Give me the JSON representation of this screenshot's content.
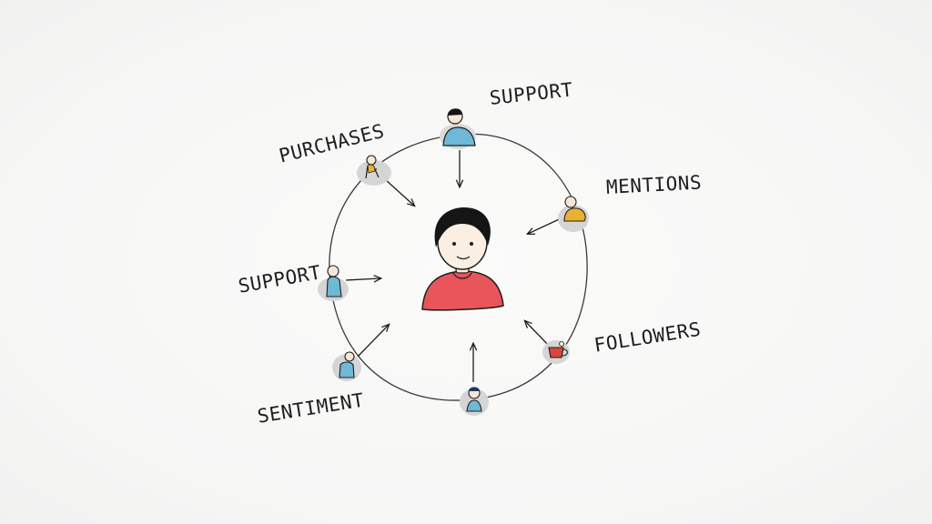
{
  "labels": {
    "support_top": "Support",
    "purchases": "Purchases",
    "mentions": "Mentions",
    "support_left": "Support",
    "followers": "Followers",
    "sentiment": "Sentiment"
  },
  "colors": {
    "center_shirt": "#e8555b",
    "node_blue": "#6fb8d6",
    "node_yellow": "#e9b12f",
    "node_red": "#d9463f",
    "node_gray": "#d7d7d7",
    "ink": "#1e1e1e"
  },
  "icons": {
    "center": "customer-avatar-icon",
    "nodes": [
      "support-person-icon",
      "purchases-person-icon",
      "mentions-person-icon",
      "support-person-icon",
      "followers-cup-icon",
      "person-icon",
      "sentiment-person-icon"
    ]
  }
}
